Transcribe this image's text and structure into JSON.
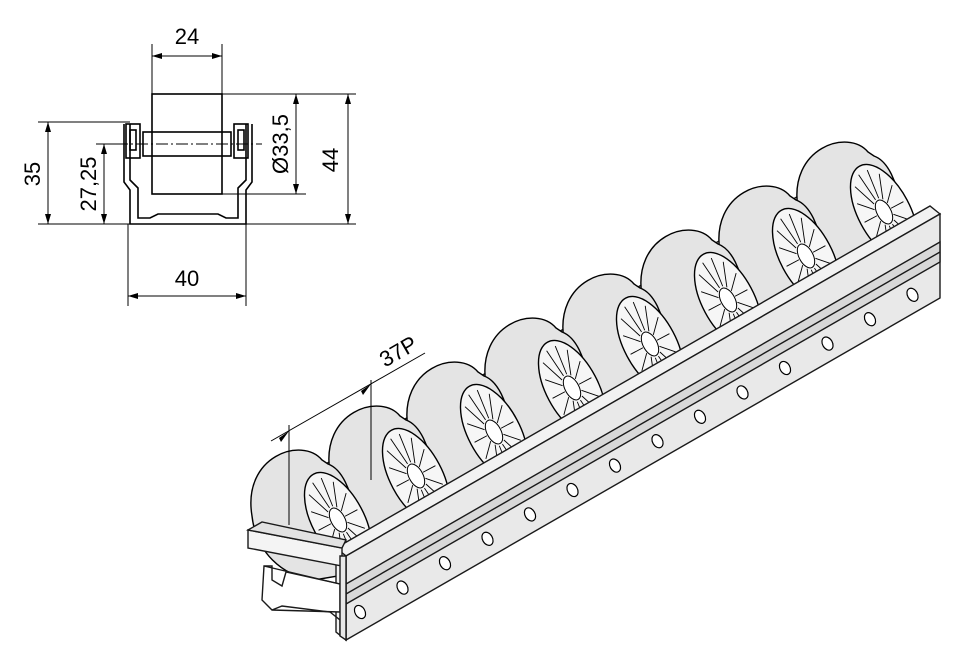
{
  "dimensions": {
    "width_top": "24",
    "width_bottom": "40",
    "height_left": "35",
    "height_inner": "27,25",
    "roller_diameter": "Ø33,5",
    "height_total": "44",
    "pitch": "37P"
  },
  "colors": {
    "line": "#000000",
    "roller_fill": "#e4e4e4",
    "rail_fill": "#eeeeee",
    "rail_shade": "#d0d0d0"
  }
}
